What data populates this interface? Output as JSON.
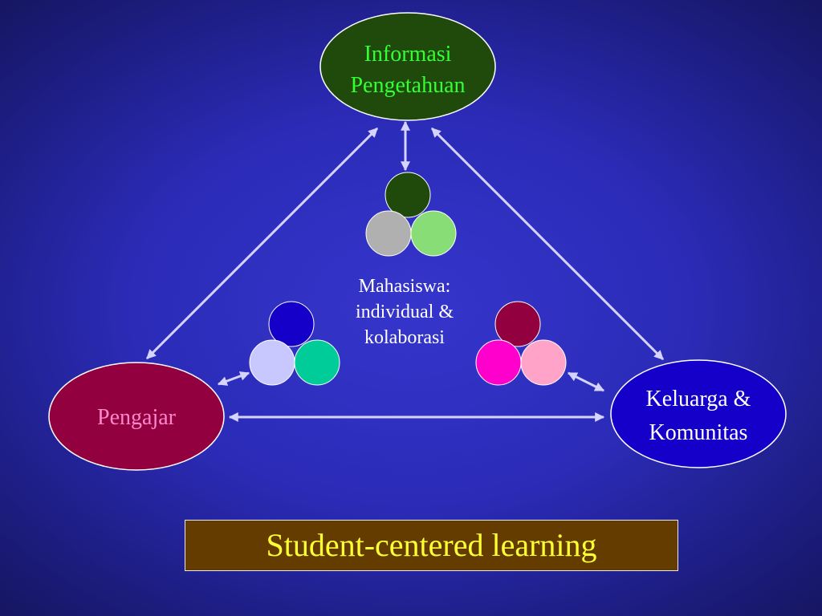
{
  "nodes": {
    "informasi": {
      "line1": "Informasi",
      "line2": "Pengetahuan",
      "fill": "#1f4a0c",
      "text_color": "#33ff33"
    },
    "pengajar": {
      "label": "Pengajar",
      "fill": "#930040",
      "text_color": "#ff88cc"
    },
    "keluarga": {
      "line1": "Keluarga &",
      "line2": "Komunitas",
      "fill": "#1400c8",
      "text_color": "#ffffff"
    }
  },
  "mahasiswa": {
    "line1": "Mahasiswa:",
    "line2": "individual &",
    "line3": "kolaborasi",
    "text_color": "#ffffff"
  },
  "circle_groups": {
    "top": [
      "#1f4a0c",
      "#b0b0b0",
      "#88dd77"
    ],
    "left": [
      "#1400c8",
      "#c8c8ff",
      "#00cc99"
    ],
    "right": [
      "#930040",
      "#ff00cc",
      "#ffa4c8"
    ]
  },
  "colors": {
    "arrow": "#d4d4ff",
    "outline": "#ffffff"
  },
  "title": {
    "text": "Student-centered learning",
    "text_color": "#ffff33",
    "box_fill": "#643c00"
  }
}
